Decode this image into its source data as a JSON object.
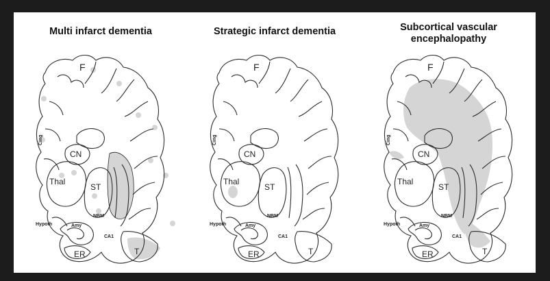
{
  "colors": {
    "lesion_fill": "#d5d5d5",
    "outline": "#2a2a2a",
    "background": "#ffffff",
    "frame": "#1c1c1c"
  },
  "panels": [
    {
      "title": "Multi infarct dementia",
      "labels": {
        "f": "F",
        "cing": "Cing",
        "cn": "CN",
        "thal": "Thal",
        "st": "ST",
        "nbm": "NBM",
        "hypoth": "Hypoth",
        "amy": "Amy",
        "ca": "CA1",
        "er": "ER",
        "t": "T"
      }
    },
    {
      "title": "Strategic infarct dementia",
      "labels": {
        "f": "F",
        "cing": "Cing",
        "cn": "CN",
        "thal": "Thal",
        "st": "ST",
        "nbm": "NBM",
        "hypoth": "Hypoth",
        "amy": "Amy",
        "ca": "CA1",
        "er": "ER",
        "t": "T"
      }
    },
    {
      "title": "Subcortical vascular encephalopathy",
      "labels": {
        "f": "F",
        "cing": "Cing",
        "cn": "CN",
        "thal": "Thal",
        "st": "ST",
        "nbm": "NBM",
        "hypoth": "Hypoth",
        "amy": "Amy",
        "ca": "CA1",
        "er": "ER",
        "t": "T"
      }
    }
  ]
}
